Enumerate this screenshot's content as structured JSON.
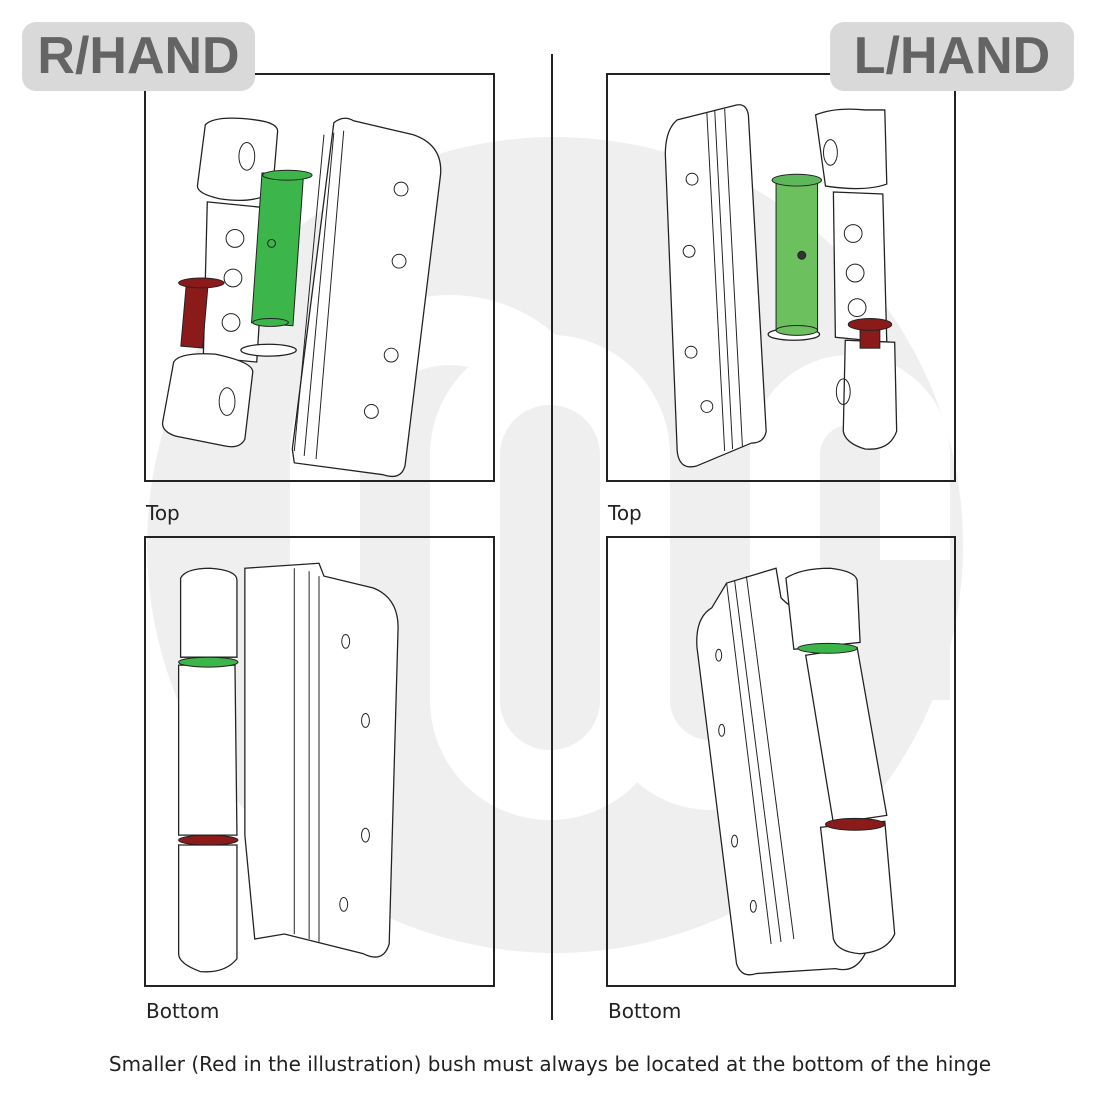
{
  "badges": {
    "right_hand": "R/HAND",
    "left_hand": "L/HAND"
  },
  "panels": {
    "right_top": {
      "caption": "Top"
    },
    "right_bottom": {
      "caption": "Bottom"
    },
    "left_top": {
      "caption": "Top"
    },
    "left_bottom": {
      "caption": "Bottom"
    }
  },
  "legend": {
    "large_bush_color": "#3cb54a",
    "small_bush_color": "#8b1a1a"
  },
  "footer": {
    "note": "Smaller (Red in the illustration) bush must always be located at the bottom of the hinge"
  },
  "colors": {
    "badge_bg": "#d9d9d9",
    "badge_text": "#646464",
    "watermark": "#efefef",
    "line": "#222222"
  }
}
